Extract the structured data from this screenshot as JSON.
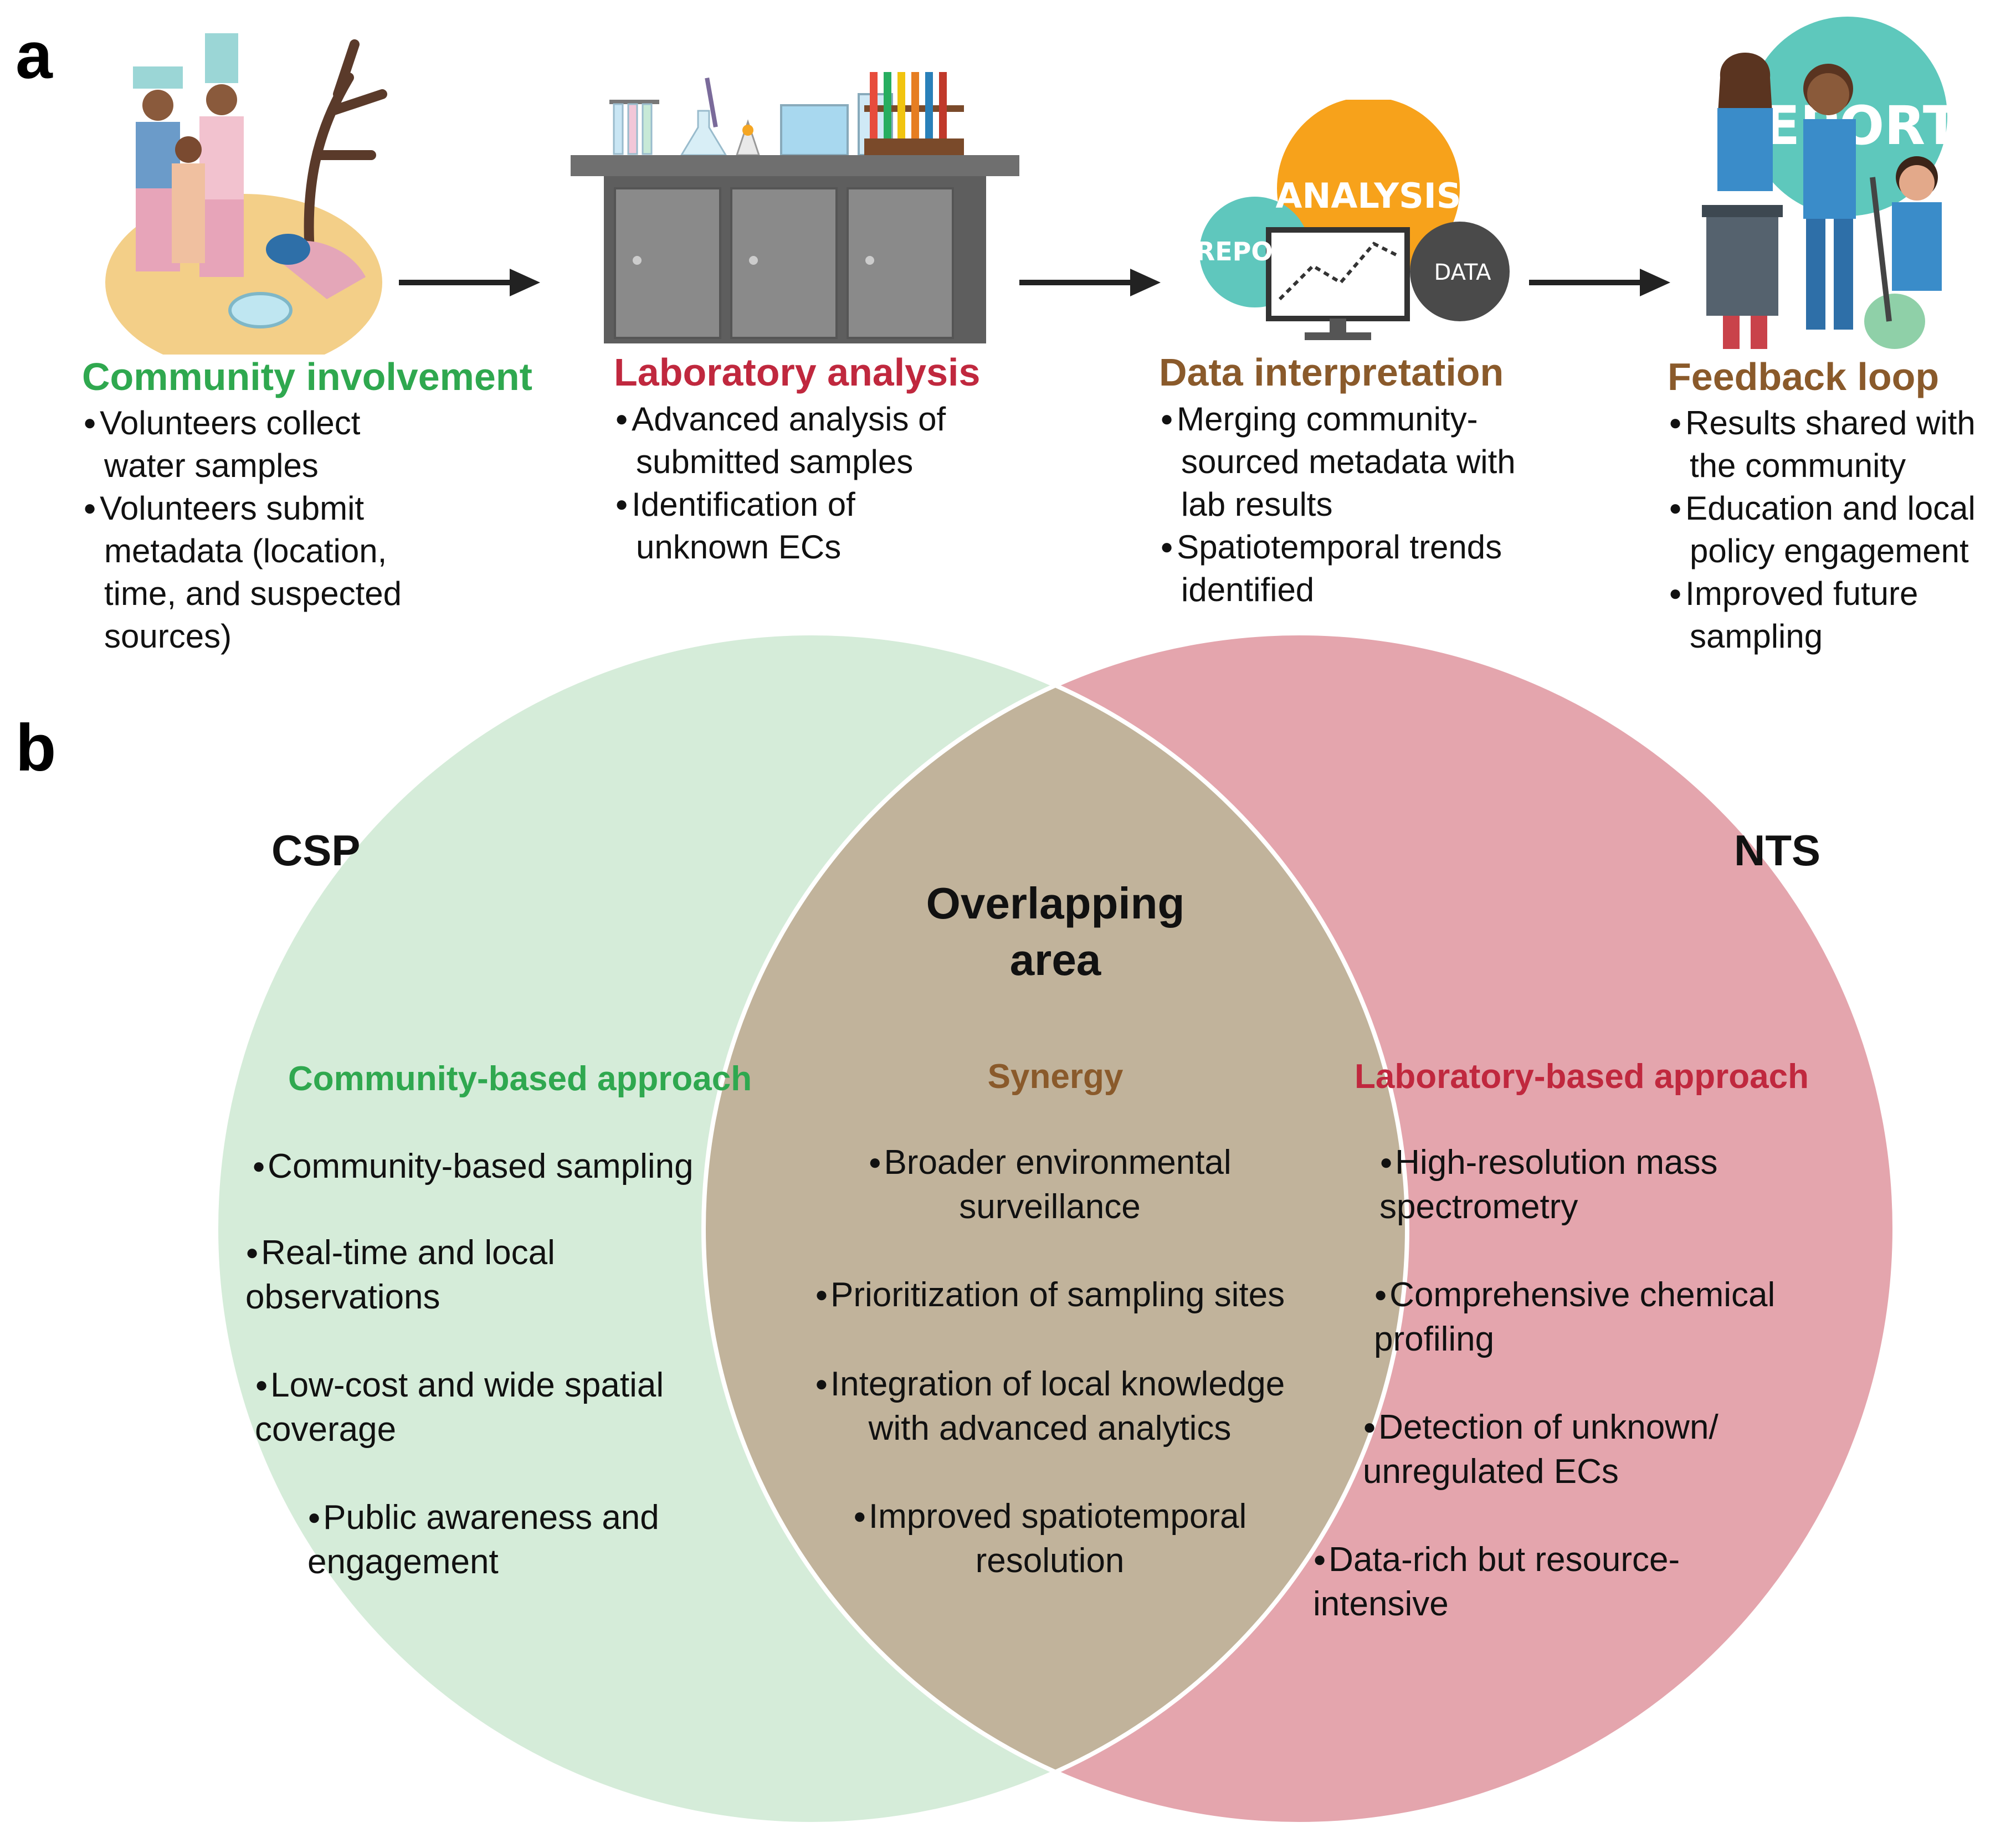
{
  "panels": {
    "a": "a",
    "b": "b"
  },
  "colors": {
    "green": "#2fa84f",
    "red": "#c0283e",
    "brown": "#8a5a2b",
    "venn_green": "#d5ecd9",
    "venn_red": "#e4a5ad",
    "venn_overlap": "#c1b39b"
  },
  "steps": [
    {
      "title": "Community involvement",
      "bullets": [
        "Volunteers collect water samples",
        "Volunteers submit metadata (location, time, and suspected sources)"
      ]
    },
    {
      "title": "Laboratory analysis",
      "bullets": [
        "Advanced analysis of submitted samples",
        "Identification of unknown ECs"
      ]
    },
    {
      "title": "Data interpretation",
      "bullets": [
        "Merging community-sourced metadata with lab results",
        "Spatiotemporal trends identified"
      ]
    },
    {
      "title": "Feedback loop",
      "bullets": [
        "Results shared with the community",
        "Education and local policy engagement",
        "Improved future sampling"
      ]
    }
  ],
  "illustration_text": {
    "analysis": "ANALYSIS",
    "report": "REPORT",
    "data": "DATA",
    "report_banner": "EPORT"
  },
  "venn": {
    "left_label": "CSP",
    "right_label": "NTS",
    "overlap_title": "Overlapping area",
    "left": {
      "heading": "Community-based approach",
      "bullets": [
        "Community-based sampling",
        "Real-time and local observations",
        "Low-cost and wide spatial coverage",
        "Public awareness and engagement"
      ]
    },
    "center": {
      "heading": "Synergy",
      "bullets": [
        "Broader environmental surveillance",
        "Prioritization of sampling sites",
        "Integration of local knowledge with advanced analytics",
        "Improved spatiotemporal resolution"
      ]
    },
    "right": {
      "heading": "Laboratory-based approach",
      "bullets": [
        "High-resolution mass spectrometry",
        "Comprehensive chemical profiling",
        "Detection of unknown/ unregulated ECs",
        "Data-rich but resource-intensive"
      ]
    }
  }
}
